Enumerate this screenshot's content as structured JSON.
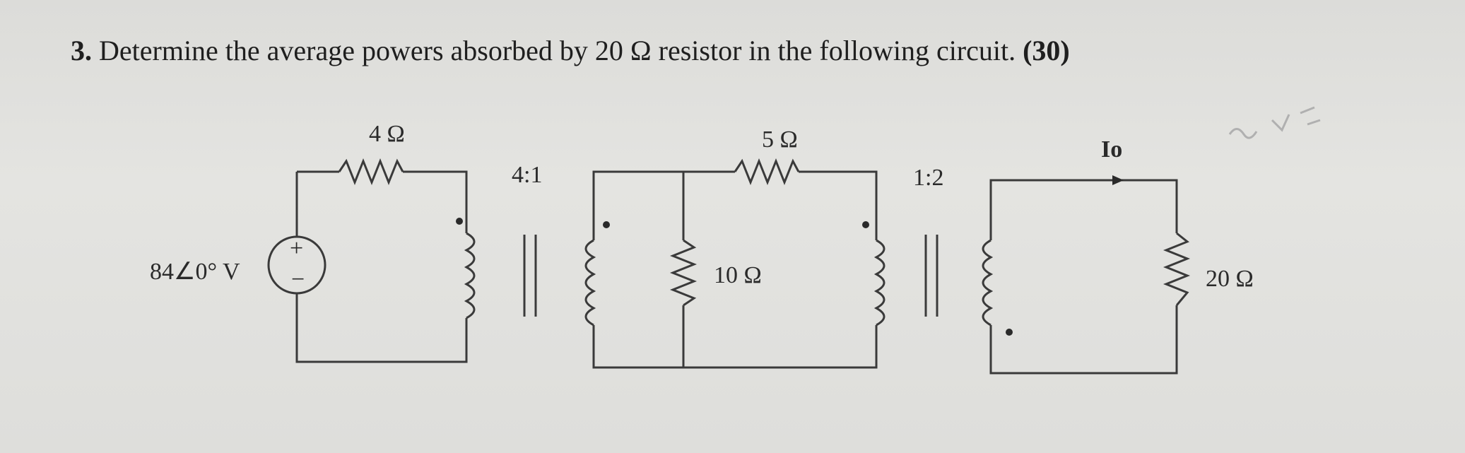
{
  "question": {
    "number": "3.",
    "text": "Determine the average powers absorbed by 20 Ω  resistor in the following circuit.",
    "points": "(30)"
  },
  "circuit": {
    "source_label": "84∠0° V",
    "r1_label": "4 Ω",
    "t1_ratio": "4:1",
    "r2_label": "5 Ω",
    "r3_label": "10 Ω",
    "t2_ratio": "1:2",
    "current_label": "Io",
    "r4_label": "20 Ω",
    "source_plus": "+",
    "source_minus": "−"
  }
}
